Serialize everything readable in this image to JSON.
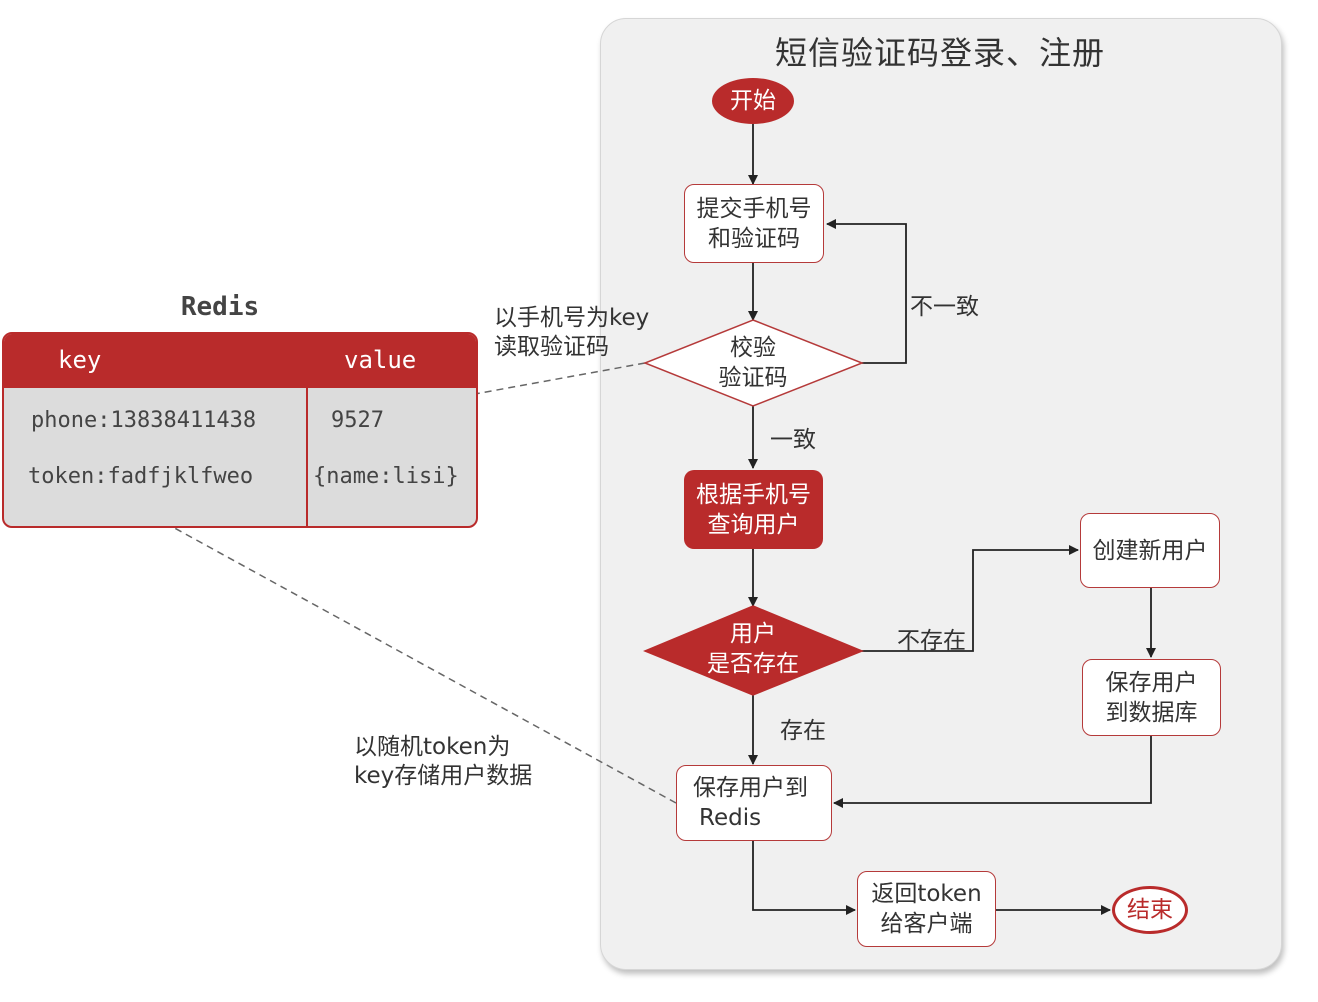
{
  "flow": {
    "title": "短信验证码登录、注册",
    "start": "开始",
    "submit": [
      "提交手机号",
      "和验证码"
    ],
    "verify": [
      "校验",
      "验证码"
    ],
    "query": [
      "根据手机号",
      "查询用户"
    ],
    "exists": [
      "用户",
      "是否存在"
    ],
    "create_user": "创建新用户",
    "save_db": [
      "保存用户",
      "到数据库"
    ],
    "save_redis": [
      "保存用户到",
      "Redis"
    ],
    "return_token": [
      "返回token",
      "给客户端"
    ],
    "end": "结束",
    "edge_mismatch": "不一致",
    "edge_match": "一致",
    "edge_not_exist": "不存在",
    "edge_exist": "存在",
    "note_read": [
      "以手机号为key",
      "读取验证码"
    ],
    "note_store": [
      "以随机token为",
      "key存储用户数据"
    ]
  },
  "redis": {
    "title": "Redis",
    "header_key": "key",
    "header_value": "value",
    "rows": [
      {
        "key": "phone:13838411438",
        "value": "9527"
      },
      {
        "key": "token:fadfjklfweo",
        "value": "{name:lisi}"
      }
    ]
  },
  "colors": {
    "accent": "#b92b2b",
    "panel_bg": "#f0f0f0",
    "table_bg": "#dcdcdc"
  }
}
